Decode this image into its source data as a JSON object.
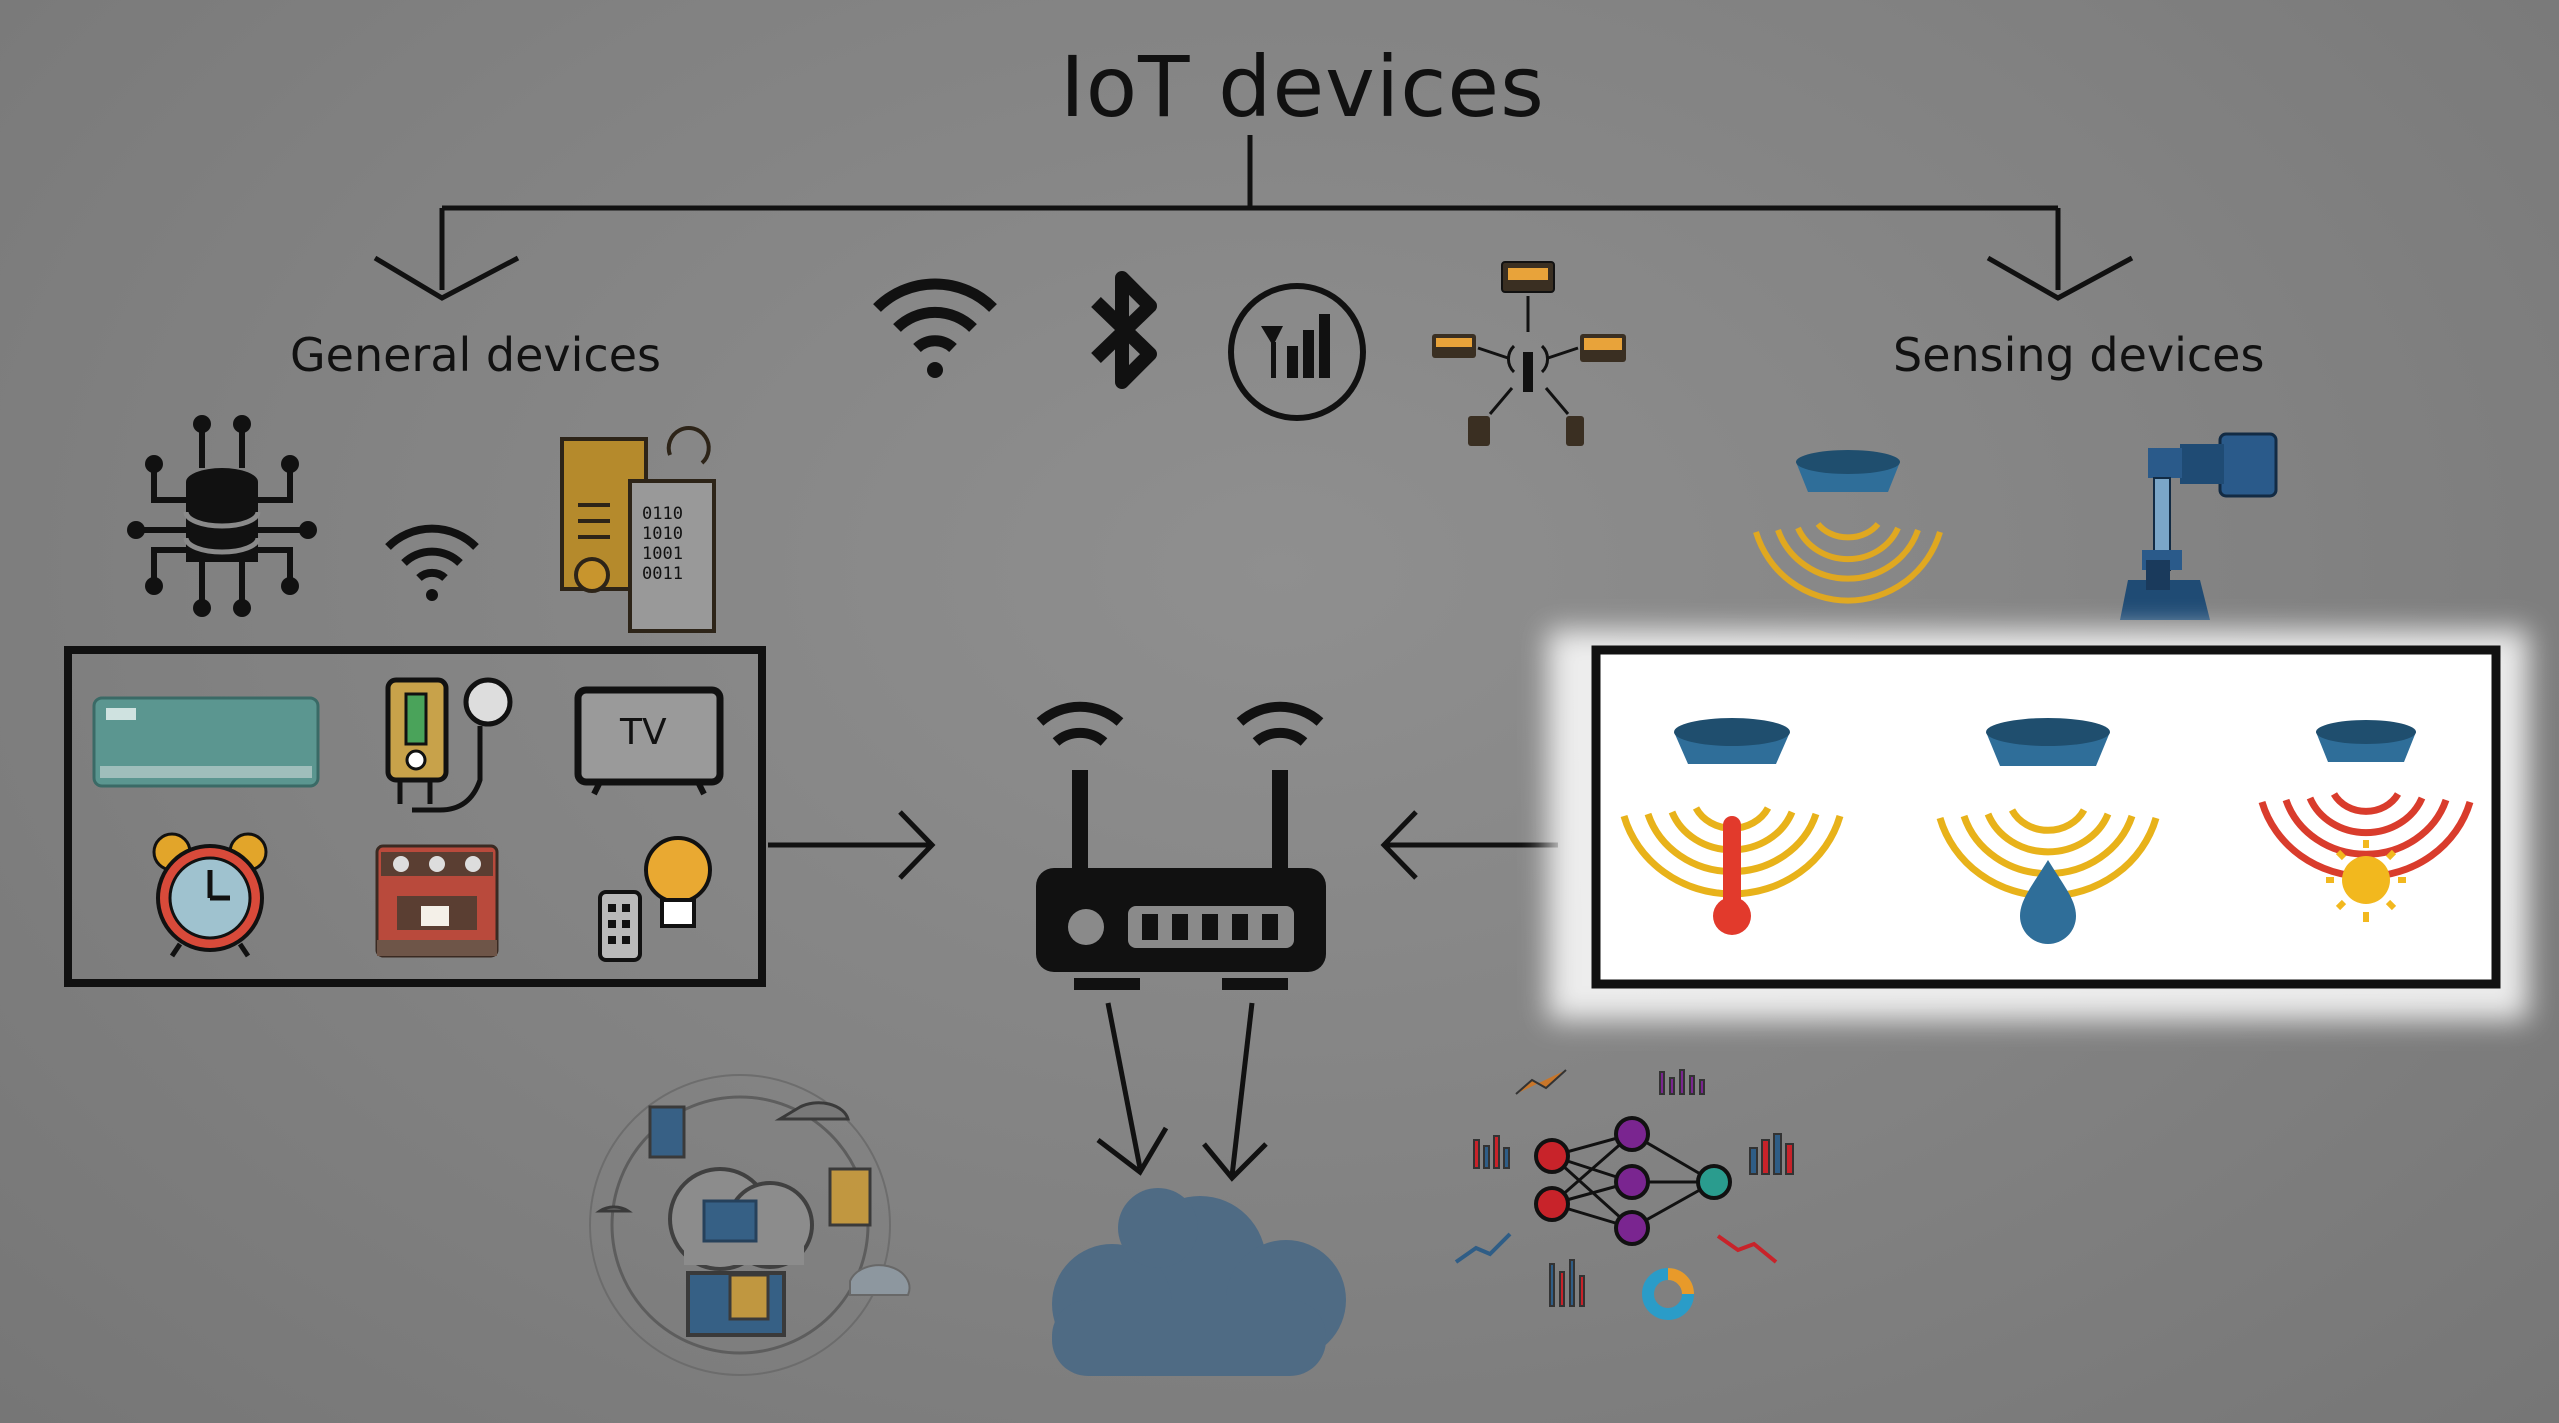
{
  "title": "IoT devices",
  "branches": {
    "general": {
      "label": "General devices"
    },
    "sensing": {
      "label": "Sensing devices"
    }
  },
  "tv_label": "TV",
  "colors": {
    "background": "#858585",
    "line": "#111111",
    "sensor_blue": "#2f6e99",
    "wave_yellow": "#e8b21a",
    "wave_red": "#d93c2c",
    "highlight_panel": "#ffffff"
  },
  "icons": [
    "wifi-icon",
    "bluetooth-icon",
    "cellular-signal-icon",
    "mesh-network-icon",
    "database-chip-icon",
    "data-processing-icon",
    "air-conditioner-icon",
    "water-heater-icon",
    "tv-icon",
    "alarm-clock-icon",
    "coffee-machine-icon",
    "smart-bulb-remote-icon",
    "router-icon",
    "cloud-icon",
    "cloud-sync-icon",
    "analytics-neural-net-icon",
    "proximity-sensor-icon",
    "valve-actuator-icon",
    "temperature-sensor-icon",
    "humidity-sensor-icon",
    "light-sensor-icon"
  ]
}
